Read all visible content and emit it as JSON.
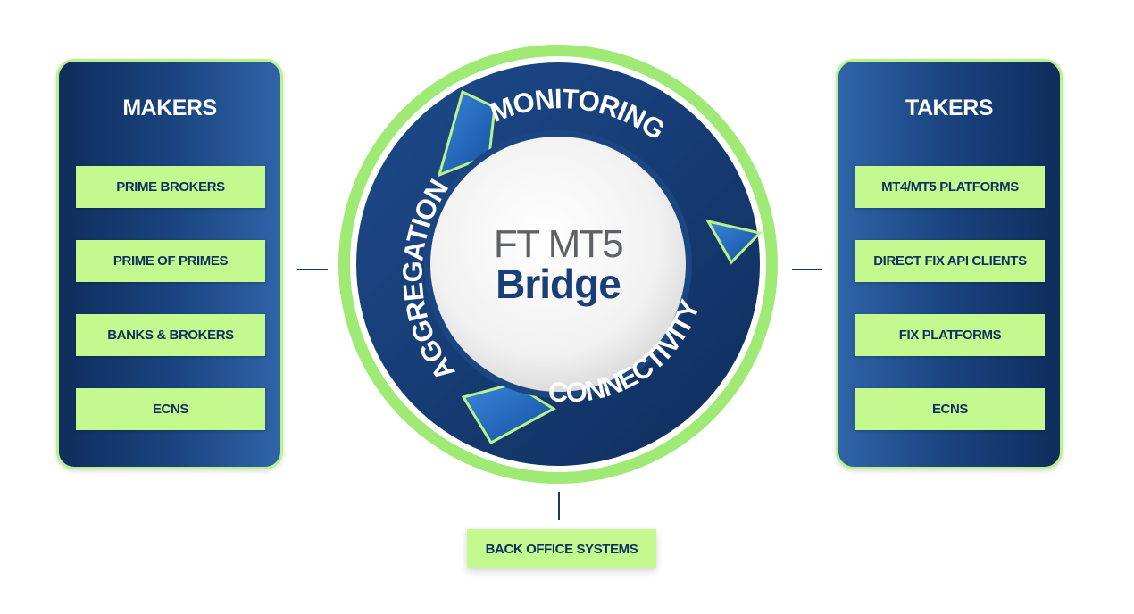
{
  "makers": {
    "title": "MAKERS",
    "items": [
      "PRIME BROKERS",
      "PRIME OF PRIMES",
      "BANKS & BROKERS",
      "ECNS"
    ]
  },
  "takers": {
    "title": "TAKERS",
    "items": [
      "MT4/MT5 PLATFORMS",
      "DIRECT FIX API CLIENTS",
      "FIX PLATFORMS",
      "ECNS"
    ]
  },
  "hub": {
    "title_line1": "FT MT5",
    "title_line2": "Bridge",
    "segments": [
      "MONITORING",
      "CONNECTIVITY",
      "AGGREGATION"
    ]
  },
  "bottom": {
    "label": "BACK OFFICE SYSTEMS"
  },
  "colors": {
    "navy": "#1b4682",
    "dark_navy": "#0f2d5c",
    "lime_border": "#9eea74",
    "pill_green": "#c3f98f",
    "text_navy": "#11305e"
  }
}
